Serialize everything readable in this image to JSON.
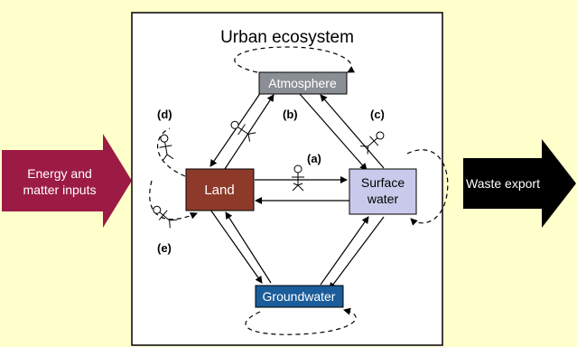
{
  "title": "Urban ecosystem",
  "inputs_label_line1": "Energy and",
  "inputs_label_line2": "matter inputs",
  "export_label": "Waste export",
  "nodes": {
    "atmosphere": "Atmosphere",
    "land": "Land",
    "surface_line1": "Surface",
    "surface_line2": "water",
    "groundwater": "Groundwater"
  },
  "labels": {
    "a": "(a)",
    "b": "(b)",
    "c": "(c)",
    "d": "(d)",
    "e": "(e)"
  },
  "colors": {
    "background": "#FFFFCC",
    "inputs_arrow": "#9C1B45",
    "export_arrow": "#000000",
    "atmosphere_box": "#8A8F95",
    "land_box": "#8E3A2A",
    "surface_box": "#C9CAEB",
    "groundwater_box": "#1B5C9A"
  }
}
